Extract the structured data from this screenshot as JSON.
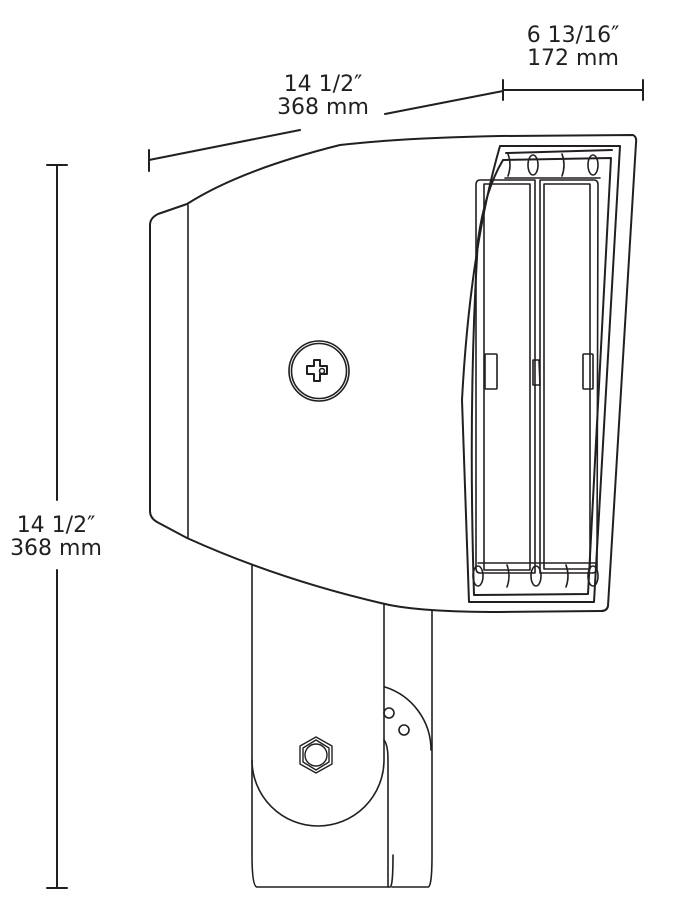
{
  "diagram": {
    "title": "Flood light fixture side view dimension drawing",
    "stroke_color": "#231f20",
    "background_color": "#ffffff",
    "dimensions": {
      "depth": {
        "imperial": "6 13/16″",
        "metric": "172 mm"
      },
      "width": {
        "imperial": "14 1/2″",
        "metric": "368 mm"
      },
      "height": {
        "imperial": "14 1/2″",
        "metric": "368 mm"
      }
    },
    "components": [
      "housing",
      "front-lens-frame",
      "led-module-left",
      "led-module-right",
      "phillips-screw",
      "mounting-knuckle",
      "hex-bolt",
      "pivot-plate"
    ]
  }
}
